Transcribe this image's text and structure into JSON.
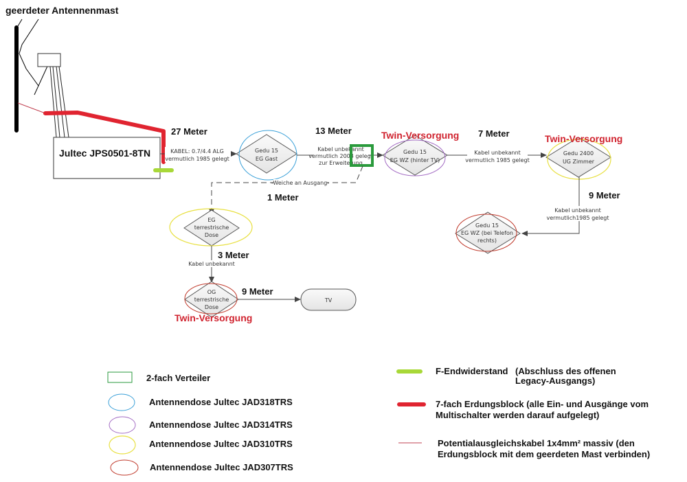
{
  "title": "geerdeter Antennenmast",
  "multiswitch": {
    "label": "Jultec JPS0501-8TN"
  },
  "colors": {
    "splitter": "#2a9a3c",
    "jad318": "#3aa0d8",
    "jad314": "#a36cc4",
    "jad310": "#e8e040",
    "jad307": "#c0392b",
    "terminator": "#a8d838",
    "ground_block": "#e02430",
    "equipotential": "#c04050",
    "twin": "#d0232f"
  },
  "nodes": {
    "gast": {
      "line1": "Gedu 15",
      "line2": "EG Gast"
    },
    "wz_tv": {
      "line1": "Gedu 15",
      "line2": "EG WZ (hinter TV)"
    },
    "ug_zimmer": {
      "line1": "Gedu 2400",
      "line2": "UG Zimmer"
    },
    "wz_tel": {
      "line1": "Gedu 15",
      "line2": "EG WZ (bei Telefon",
      "line3": "rechts)"
    },
    "eg_terr": {
      "line1": "EG",
      "line2": "terrestrische",
      "line3": "Dose"
    },
    "og_terr": {
      "line1": "OG",
      "line2": "terrestrische",
      "line3": "Dose"
    },
    "tv": {
      "label": "TV"
    }
  },
  "lengths": {
    "l27": "27 Meter",
    "l13": "13 Meter",
    "l7": "7 Meter",
    "l9a": "9 Meter",
    "l1": "1 Meter",
    "l3": "3 Meter",
    "l9b": "9 Meter"
  },
  "cable_notes": {
    "c1_line1": "KABEL: 0.7/4.4 ALG",
    "c1_line2": "vermutlich 1985 gelegt",
    "c2_line1": "Kabel unbekannt",
    "c2_line2": "vermutlich 2003 gelegt",
    "c2_line3": "zur Erweiterung",
    "c3_line1": "Kabel unbekannt",
    "c3_line2": "vermutlich 1985 gelegt",
    "c4_line1": "Kabel unbekannt",
    "c4_line2": "vermutlich1985 gelegt",
    "c5": "Kabel unbekannt",
    "weiche": "-Weiche an Ausgang-"
  },
  "twin": {
    "t1": "Twin-Versorgung",
    "t2": "Twin-Versorgung",
    "t3": "Twin-Versorgung"
  },
  "legend": {
    "splitter": "2-fach Verteiler",
    "jad318": "Antennendose Jultec JAD318TRS",
    "jad314": "Antennendose Jultec JAD314TRS",
    "jad310": "Antennendose Jultec JAD310TRS",
    "jad307": "Antennendose Jultec JAD307TRS",
    "terminator_a": "F-Endwiderstand",
    "terminator_b": "(Abschluss des offenen",
    "terminator_c": "Legacy-Ausgangs)",
    "ground_a": "7-fach Erdungsblock (alle Ein- und Ausgänge vom",
    "ground_b": "Multischalter werden darauf aufgelegt)",
    "equi_a": "Potentialausgleichskabel 1x4mm² massiv (den",
    "equi_b": "Erdungsblock mit dem geerdeten Mast verbinden)"
  }
}
